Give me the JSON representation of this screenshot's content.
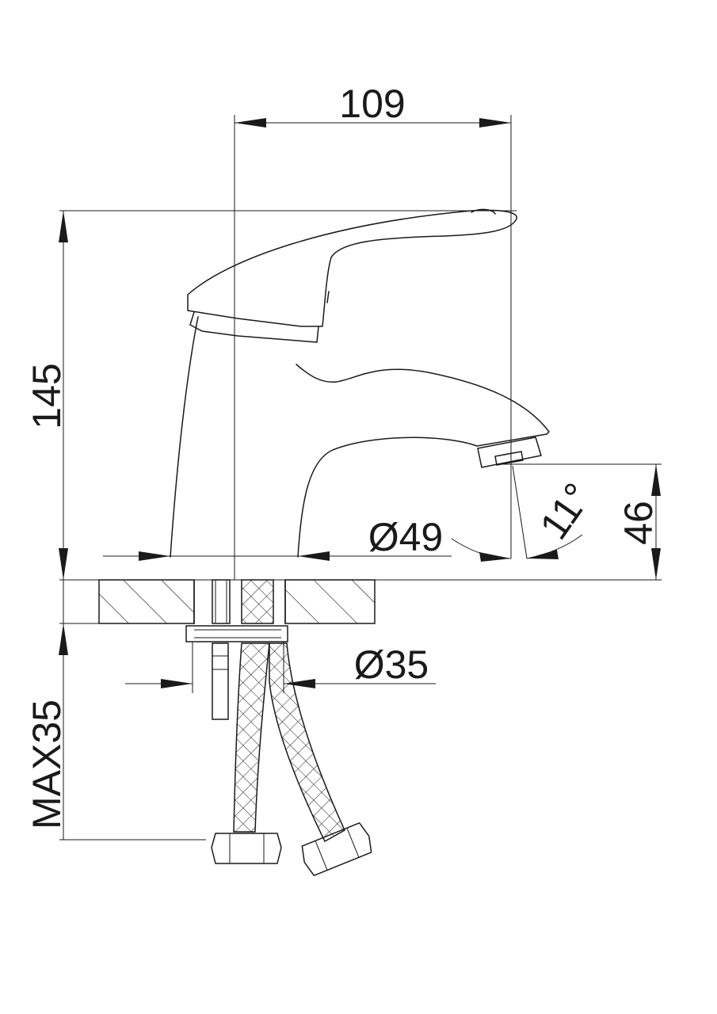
{
  "dimensions": {
    "width_top": "109",
    "height_total": "145",
    "spout_height": "46",
    "spout_angle": "11°",
    "base_diameter": "Ø49",
    "shank_diameter": "Ø35",
    "max_counter_thickness": "MAX35"
  }
}
